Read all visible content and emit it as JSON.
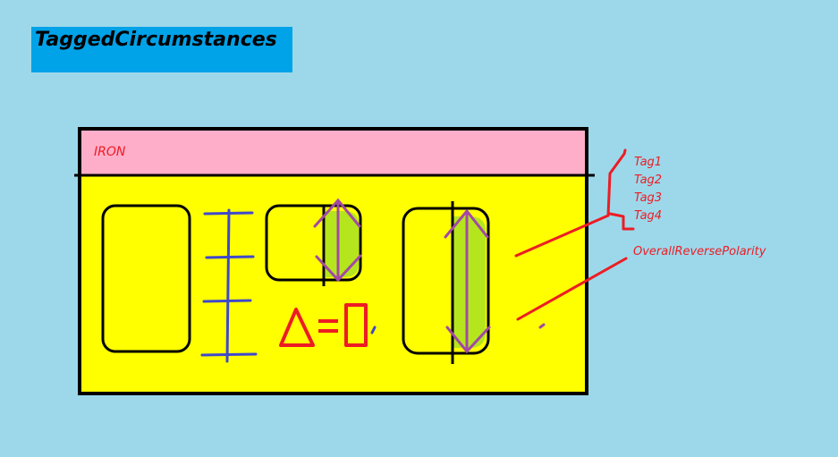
{
  "title": "TaggedCircumstances",
  "header": {
    "label": "IRON"
  },
  "annotations": {
    "tags": [
      "Tag1",
      "Tag2",
      "Tag3",
      "Tag4"
    ],
    "polarity": "OverallReversePolarity"
  },
  "colors": {
    "background": "#9cd8ea",
    "title_box": "#00a2e8",
    "header": "#ffaec9",
    "body": "#ffff00",
    "outline": "#000000",
    "blue_marks": "#3f48cc",
    "purple_marks": "#a349a4",
    "green_fill": "#b5e61d",
    "red": "#ed1c24"
  }
}
